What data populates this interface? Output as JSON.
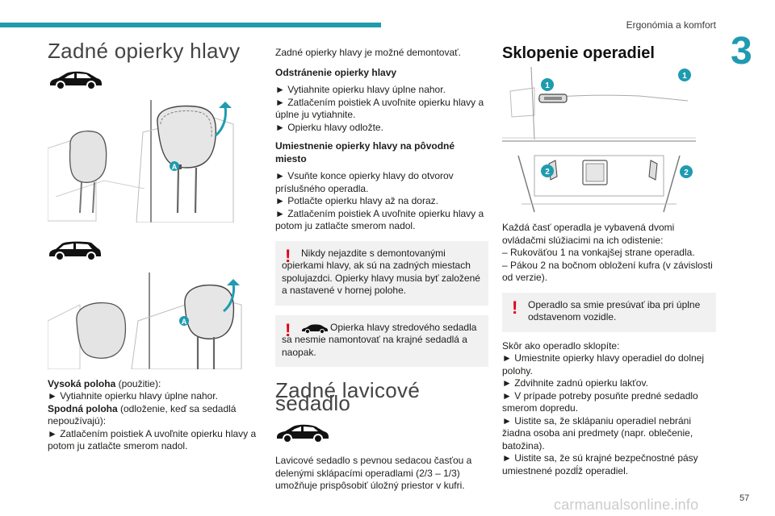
{
  "header": {
    "section": "Ergonómia a komfort",
    "chapter": "3"
  },
  "col1": {
    "title": "Zadné opierky hlavy",
    "labels": {
      "a": "A"
    },
    "t1_bold": "Vysoká poloha",
    "t1_rest": " (použitie):",
    "t2": "► Vytiahnite opierku hlavy úplne nahor.",
    "t3_bold": "Spodná poloha",
    "t3_rest": " (odloženie, keď sa sedadlá nepoužívajú):",
    "t4": "► Zatlačením poistiek A uvoľnite opierku hlavy a potom ju zatlačte smerom nadol."
  },
  "col2": {
    "intro": "Zadné opierky hlavy je možné demontovať.",
    "h_remove": "Odstránenie opierky hlavy",
    "r1": "► Vytiahnite opierku hlavy úplne nahor.",
    "r2": "► Zatlačením poistiek A uvoľnite opierku hlavy a úplne ju vytiahnite.",
    "r3": "► Opierku hlavy odložte.",
    "h_refit": "Umiestnenie opierky hlavy na pôvodné miesto",
    "f1": "► Vsuňte konce opierky hlavy do otvorov príslušného operadla.",
    "f2": "► Potlačte opierku hlavy až na doraz.",
    "f3": "► Zatlačením poistiek A uvoľnite opierku hlavy a potom ju zatlačte smerom nadol.",
    "warn1": "Nikdy nejazdite s demontovanými opierkami hlavy, ak sú na zadných miestach spolujazdci. Opierky hlavy musia byť založené a nastavené v hornej polohe.",
    "warn2": "Opierka hlavy stredového sedadla sa nesmie namontovať na krajné sedadlá a naopak.",
    "title2": "Zadné lavicové sedadlo",
    "bench": "Lavicové sedadlo s pevnou sedacou časťou a delenými sklápacími operadlami (2/3 – 1/3) umožňuje prispôsobiť úložný priestor v kufri."
  },
  "col3": {
    "title": "Sklopenie operadiel",
    "callouts": {
      "one": "1",
      "two": "2"
    },
    "p1": "Každá časť operadla je vybavená dvomi ovládačmi slúžiacimi na ich odistenie:",
    "p2": "– Rukoväťou 1 na vonkajšej strane operadla.",
    "p3": "– Pákou 2 na bočnom obložení kufra (v závislosti od verzie).",
    "warn": "Operadlo sa smie presúvať iba pri úplne odstavenom vozidle.",
    "s0": "Skôr ako operadlo sklopíte:",
    "s1": "► Umiestnite opierky hlavy operadiel do dolnej polohy.",
    "s2": "► Zdvihnite zadnú opierku lakťov.",
    "s3": "► V prípade potreby posuňte predné sedadlo smerom dopredu.",
    "s4": "► Uistite sa, že sklápaniu operadiel nebráni žiadna osoba ani predmety (napr. oblečenie, batožina).",
    "s5": "► Uistite sa, že sú krajné bezpečnostné pásy umiestnené pozdĺž operadiel."
  },
  "footer": {
    "page": "57",
    "watermark": "carmanualsonline.info"
  }
}
